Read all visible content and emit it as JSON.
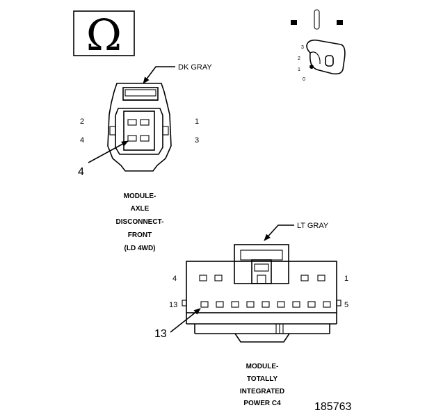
{
  "symbols": {
    "ohm_glyph": "Ω",
    "ohm_icon": "ohm-symbol-icon",
    "ignition_icon": "ignition-key-icon",
    "ignition_positions": [
      "3",
      "2",
      "1",
      "0"
    ]
  },
  "connector1": {
    "color_label": "DK GRAY",
    "pin_top_left": "2",
    "pin_bottom_left": "4",
    "pin_top_right": "1",
    "pin_bottom_right": "3",
    "callout_pin": "4",
    "title_lines": [
      "MODULE-",
      "AXLE",
      "DISCONNECT-",
      "FRONT",
      "(LD 4WD)"
    ]
  },
  "connector2": {
    "color_label": "LT GRAY",
    "pin_top_left": "4",
    "pin_top_right": "1",
    "pin_bottom_left": "13",
    "pin_bottom_right": "5",
    "callout_pin": "13",
    "title_lines": [
      "MODULE-",
      "TOTALLY",
      "INTEGRATED",
      "POWER C4"
    ]
  },
  "figure_number": "185763"
}
